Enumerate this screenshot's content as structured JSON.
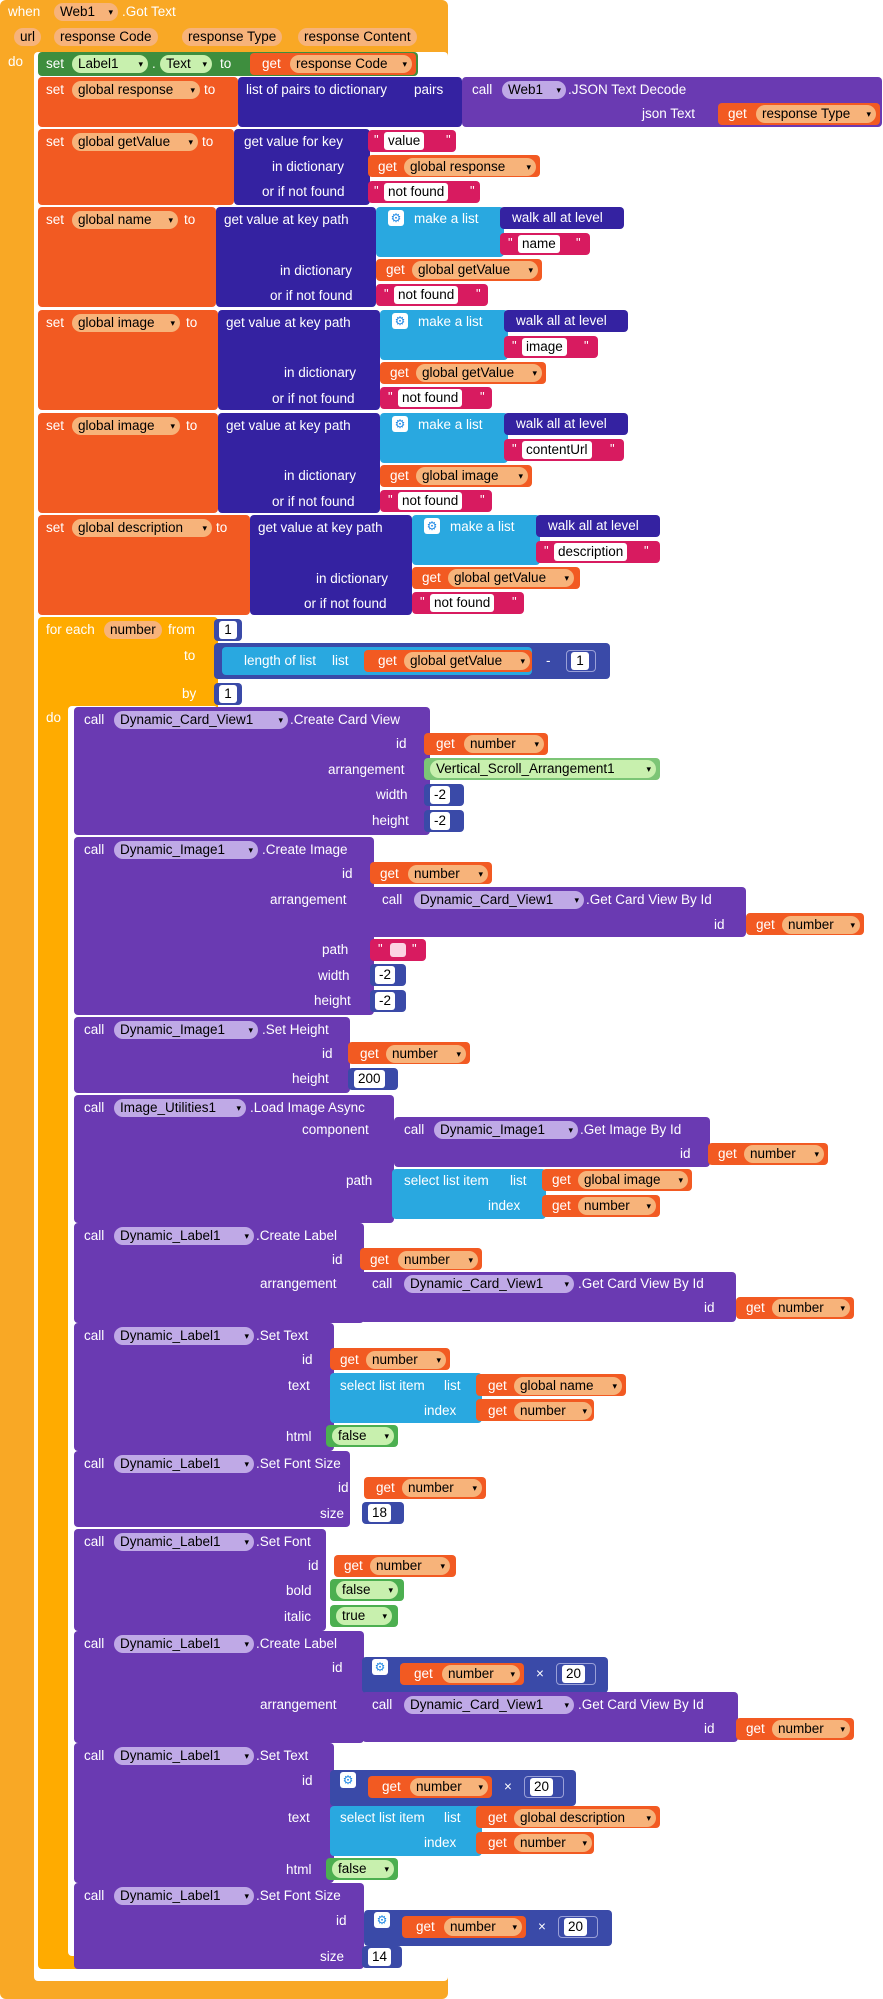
{
  "event": {
    "when": "when",
    "component": "Web1",
    "event_name": ".Got Text",
    "params": [
      "url",
      "response Code",
      "response Type",
      "response Content"
    ],
    "do": "do"
  },
  "kw": {
    "set": "set",
    "to": "to",
    "get": "get",
    "call": "call",
    "dot": ".",
    "id": "id",
    "arrangement": "arrangement",
    "width": "width",
    "height": "height",
    "path": "path",
    "component": "component",
    "index": "index",
    "text": "text",
    "html": "html",
    "size": "size",
    "bold": "bold",
    "italic": "italic",
    "list": "list",
    "in_dictionary": "in dictionary",
    "or_if_not_found": "or if not found",
    "json_text": "json Text",
    "pairs": "pairs",
    "minus": "-",
    "times": "×",
    "by": "by",
    "from": "from",
    "for_each": "for each",
    "do": "do"
  },
  "set_label": {
    "component": "Label1",
    "property": "Text",
    "value": "response Code"
  },
  "set_response": {
    "var": "global response",
    "block": "list of pairs to dictionary",
    "web": "Web1",
    "method": ".JSON Text Decode",
    "arg": "response Type"
  },
  "set_getvalue": {
    "var": "global getValue",
    "block": "get value for key",
    "key": "value",
    "dict": "global response",
    "notfound": "not found"
  },
  "set_name": {
    "var": "global name",
    "block": "get value at key path",
    "make": "make a list",
    "walk": "walk all at level",
    "key": "name",
    "dict": "global getValue",
    "notfound": "not found"
  },
  "set_image1": {
    "var": "global image",
    "block": "get value at key path",
    "make": "make a list",
    "walk": "walk all at level",
    "key": "image",
    "dict": "global getValue",
    "notfound": "not found"
  },
  "set_image2": {
    "var": "global image",
    "block": "get value at key path",
    "make": "make a list",
    "walk": "walk all at level",
    "key": "contentUrl",
    "dict": "global image",
    "notfound": "not found"
  },
  "set_desc": {
    "var": "global description",
    "block": "get value at key path",
    "make": "make a list",
    "walk": "walk all at level",
    "key": "description",
    "dict": "global getValue",
    "notfound": "not found"
  },
  "loop": {
    "var": "number",
    "from": "1",
    "length": "length of list",
    "list_var": "global getValue",
    "minus_val": "1",
    "by": "1"
  },
  "calls": {
    "c1": {
      "comp": "Dynamic_Card_View1",
      "method": ".Create Card View",
      "id": "number",
      "arrangement": "Vertical_Scroll_Arrangement1",
      "width": "-2",
      "height": "-2"
    },
    "c2": {
      "comp": "Dynamic_Image1",
      "method": ".Create Image",
      "id": "number",
      "arr_comp": "Dynamic_Card_View1",
      "arr_method": ".Get Card View By Id",
      "arr_id": "number",
      "path": "",
      "width": "-2",
      "height": "-2"
    },
    "c3": {
      "comp": "Dynamic_Image1",
      "method": ".Set Height",
      "id": "number",
      "height": "200"
    },
    "c4": {
      "comp": "Image_Utilities1",
      "method": ".Load Image Async",
      "comp_comp": "Dynamic_Image1",
      "comp_method": ".Get Image By Id",
      "comp_id": "number",
      "select": "select list item",
      "list": "global image",
      "index": "number"
    },
    "c5": {
      "comp": "Dynamic_Label1",
      "method": ".Create Label",
      "id": "number",
      "arr_comp": "Dynamic_Card_View1",
      "arr_method": ".Get Card View By Id",
      "arr_id": "number"
    },
    "c6": {
      "comp": "Dynamic_Label1",
      "method": ".Set Text",
      "id": "number",
      "select": "select list item",
      "list": "global name",
      "index": "number",
      "html": "false"
    },
    "c7": {
      "comp": "Dynamic_Label1",
      "method": ".Set Font Size",
      "id": "number",
      "size": "18"
    },
    "c8": {
      "comp": "Dynamic_Label1",
      "method": ".Set Font",
      "id": "number",
      "bold": "false",
      "italic": "true"
    },
    "c9": {
      "comp": "Dynamic_Label1",
      "method": ".Create Label",
      "id": "number",
      "mult": "20",
      "arr_comp": "Dynamic_Card_View1",
      "arr_method": ".Get Card View By Id",
      "arr_id": "number"
    },
    "c10": {
      "comp": "Dynamic_Label1",
      "method": ".Set Text",
      "id": "number",
      "mult": "20",
      "select": "select list item",
      "list": "global description",
      "index": "number",
      "html": "false"
    },
    "c11": {
      "comp": "Dynamic_Label1",
      "method": ".Set Font Size",
      "id": "number",
      "mult": "20",
      "size": "14"
    }
  },
  "icons": {
    "dropdown": "▾",
    "gear": "⚙"
  },
  "colors": {
    "event": "#f9a825",
    "set": "#f25a22",
    "dict": "#3422a1",
    "call": "#6a3ab2",
    "list": "#29a8e0",
    "text": "#d81b60",
    "math": "#3a4aa8",
    "logic": "#4caf50"
  }
}
